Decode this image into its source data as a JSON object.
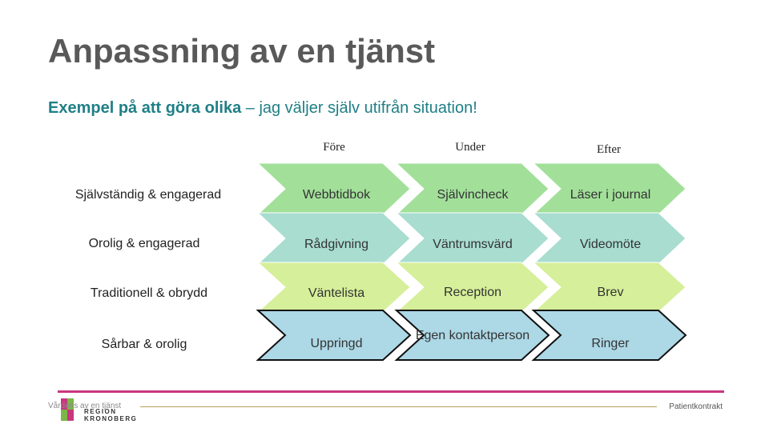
{
  "slide": {
    "title": "Anpassning av en tjänst",
    "subtitle_bold": "Exempel på att göra olika",
    "subtitle_rest": " – jag väljer själv utifrån situation!"
  },
  "columns": [
    "Före",
    "Under",
    "Efter"
  ],
  "rows": [
    {
      "label": "Självständig & engagerad",
      "cells": [
        "Webbtidbok",
        "Självincheck",
        "Läser i journal"
      ],
      "color": "#a2e09a"
    },
    {
      "label": "Orolig & engagerad",
      "cells": [
        "Rådgivning",
        "Väntrumsvärd",
        "Videomöte"
      ],
      "color": "#a8ddd0"
    },
    {
      "label": "Traditionell & obrydd",
      "cells": [
        "Väntelista",
        "Reception",
        "Brev"
      ],
      "color": "#d6ef9a"
    },
    {
      "label": "Sårbar & orolig",
      "cells": [
        "Uppringd",
        "Egen kontaktperson",
        "Ringer"
      ],
      "color": "#add8e6"
    }
  ],
  "footer": {
    "left": "Vårdens av en tjänst",
    "logo_line1": "REGION",
    "logo_line2": "KRONOBERG",
    "right": "Patientkontrakt"
  }
}
